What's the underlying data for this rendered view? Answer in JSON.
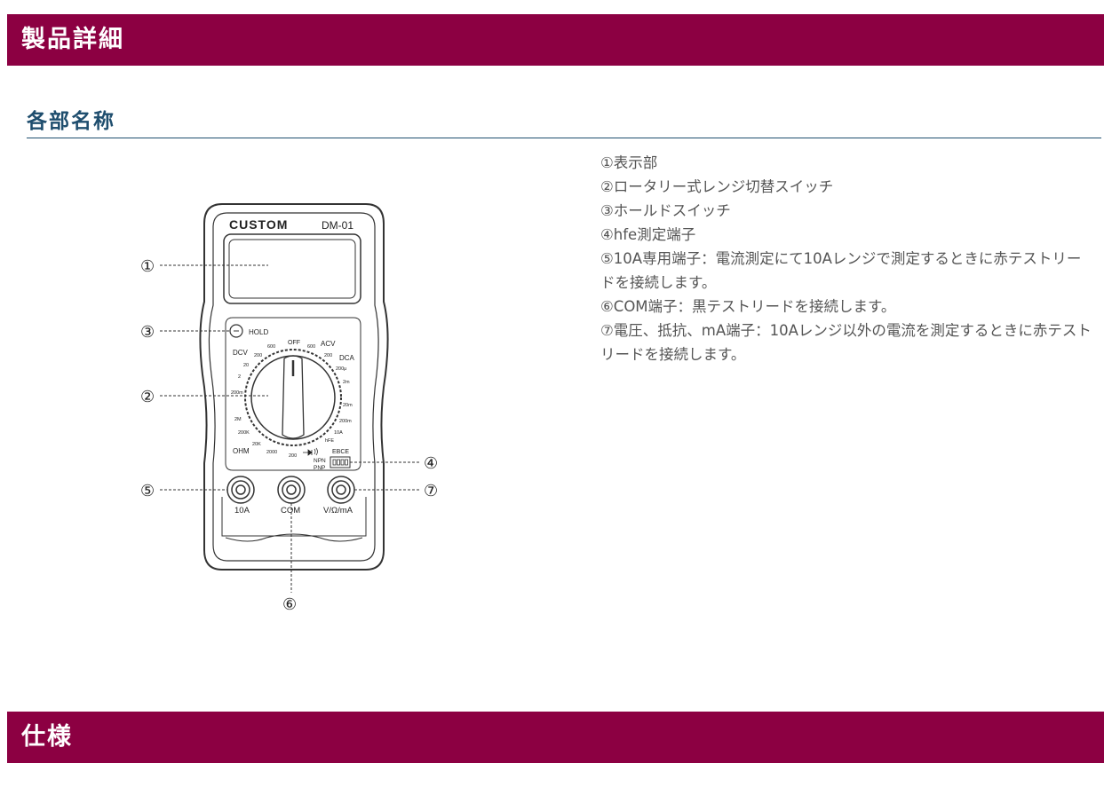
{
  "sections": {
    "detail_title": "製品詳細",
    "parts_title": "各部名称",
    "spec_title": "仕様"
  },
  "parts": [
    "①表示部",
    "②ロータリー式レンジ切替スイッチ",
    "③ホールドスイッチ",
    "④hfe測定端子",
    "⑤10A専用端子：電流測定にて10Aレンジで測定するときに赤テストリードを接続します。",
    "⑥COM端子：黒テストリードを接続します。",
    "⑦電圧、抵抗、mA端子：10Aレンジ以外の電流を測定するときに赤テストリードを接続します。"
  ],
  "device": {
    "brand": "CUSTOM",
    "model": "DM-01",
    "hold_label": "HOLD",
    "callouts": [
      "①",
      "②",
      "③",
      "④",
      "⑤",
      "⑥",
      "⑦"
    ],
    "dial_labels": {
      "off": "OFF",
      "acv": "ACV",
      "dcv": "DCV",
      "dca": "DCA",
      "ohm": "OHM",
      "acv_600": "600",
      "acv_200": "200",
      "dcv_600": "600",
      "dcv_200": "200",
      "dcv_20": "20",
      "dcv_2": "2",
      "dcv_200m": "200m",
      "ohm_2000": "2000",
      "ohm_200": "200",
      "ohm_20k": "20K",
      "ohm_200k": "200K",
      "ohm_2m": "2M",
      "dca_200u": "200μ",
      "dca_2m": "2m",
      "dca_20m": "20m",
      "dca_200m": "200m",
      "dca_10a": "10A",
      "hfe": "hFE"
    },
    "hfe_header": "EBCE",
    "npn": "NPN",
    "pnp": "PNP",
    "terminals": [
      "10A",
      "COM",
      "V/Ω/mA"
    ]
  }
}
